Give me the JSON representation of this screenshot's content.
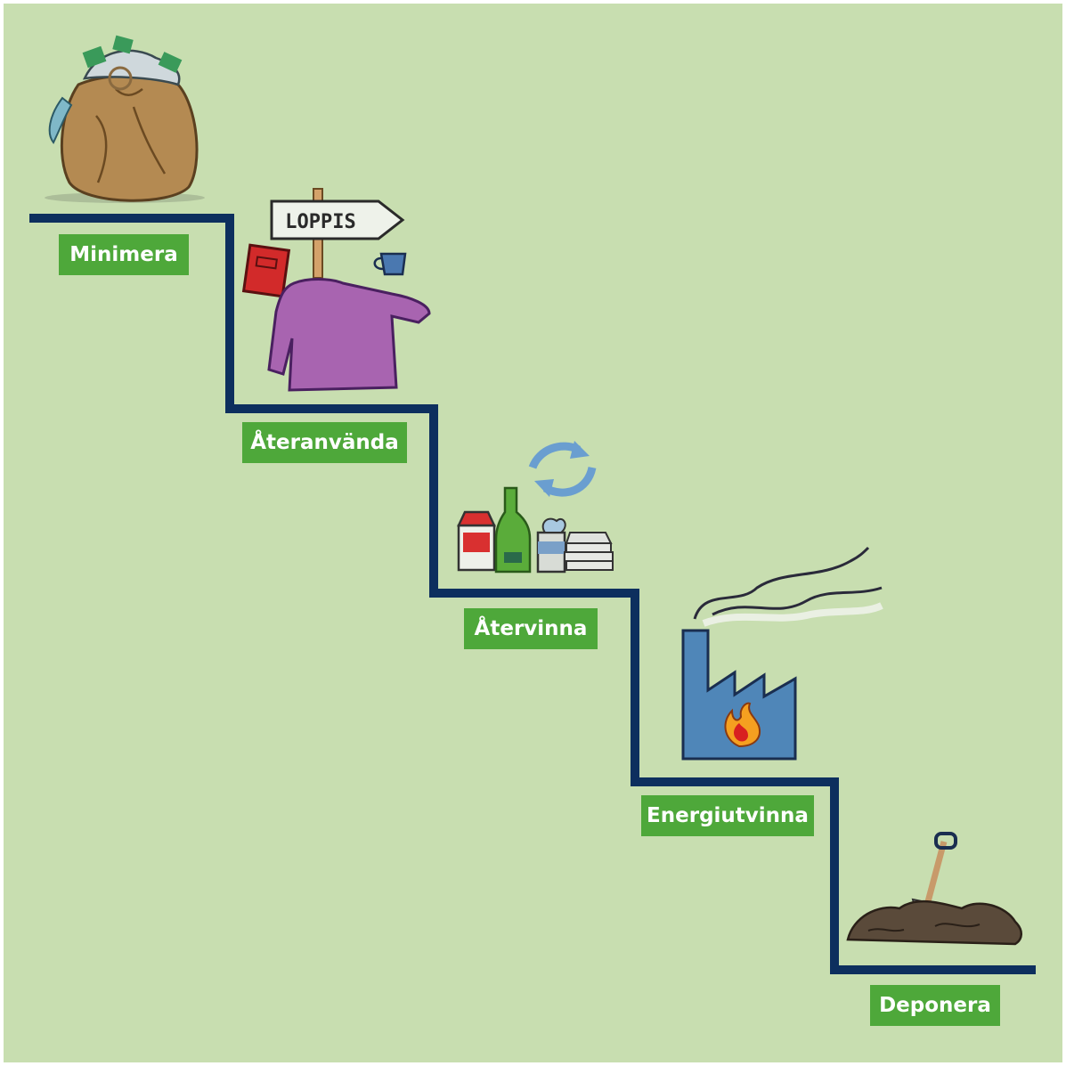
{
  "colors": {
    "background": "#c8deb0",
    "stair_line": "#0d2f5e",
    "label_bg": "#4ea83a",
    "label_text": "#ffffff"
  },
  "steps": [
    {
      "label": "Minimera",
      "icon": "trash-bag-icon"
    },
    {
      "label": "Återanvända",
      "icon": "flea-market-icon"
    },
    {
      "label": "Återvinna",
      "icon": "recycling-icon"
    },
    {
      "label": "Energiutvinna",
      "icon": "factory-fire-icon"
    },
    {
      "label": "Deponera",
      "icon": "landfill-shovel-icon"
    }
  ],
  "sign": {
    "text": "LOPPIS"
  }
}
